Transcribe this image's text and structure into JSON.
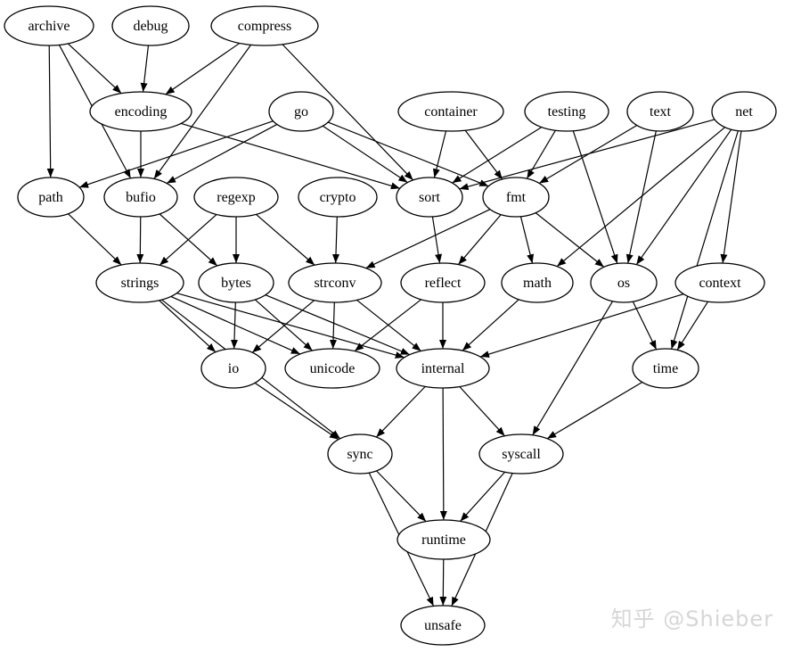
{
  "graph": {
    "nodes": [
      {
        "id": "archive",
        "label": "archive"
      },
      {
        "id": "debug",
        "label": "debug"
      },
      {
        "id": "compress",
        "label": "compress"
      },
      {
        "id": "encoding",
        "label": "encoding"
      },
      {
        "id": "go",
        "label": "go"
      },
      {
        "id": "container",
        "label": "container"
      },
      {
        "id": "testing",
        "label": "testing"
      },
      {
        "id": "text",
        "label": "text"
      },
      {
        "id": "net",
        "label": "net"
      },
      {
        "id": "path",
        "label": "path"
      },
      {
        "id": "bufio",
        "label": "bufio"
      },
      {
        "id": "regexp",
        "label": "regexp"
      },
      {
        "id": "crypto",
        "label": "crypto"
      },
      {
        "id": "sort",
        "label": "sort"
      },
      {
        "id": "fmt",
        "label": "fmt"
      },
      {
        "id": "strings",
        "label": "strings"
      },
      {
        "id": "bytes",
        "label": "bytes"
      },
      {
        "id": "strconv",
        "label": "strconv"
      },
      {
        "id": "reflect",
        "label": "reflect"
      },
      {
        "id": "math",
        "label": "math"
      },
      {
        "id": "os",
        "label": "os"
      },
      {
        "id": "context",
        "label": "context"
      },
      {
        "id": "io",
        "label": "io"
      },
      {
        "id": "unicode",
        "label": "unicode"
      },
      {
        "id": "internal",
        "label": "internal"
      },
      {
        "id": "time",
        "label": "time"
      },
      {
        "id": "sync",
        "label": "sync"
      },
      {
        "id": "syscall",
        "label": "syscall"
      },
      {
        "id": "runtime",
        "label": "runtime"
      },
      {
        "id": "unsafe",
        "label": "unsafe"
      }
    ],
    "edges": [
      [
        "archive",
        "encoding"
      ],
      [
        "archive",
        "path"
      ],
      [
        "archive",
        "bufio"
      ],
      [
        "debug",
        "encoding"
      ],
      [
        "compress",
        "encoding"
      ],
      [
        "compress",
        "bufio"
      ],
      [
        "compress",
        "sort"
      ],
      [
        "encoding",
        "bufio"
      ],
      [
        "encoding",
        "sort"
      ],
      [
        "go",
        "path"
      ],
      [
        "go",
        "bufio"
      ],
      [
        "go",
        "sort"
      ],
      [
        "go",
        "fmt"
      ],
      [
        "container",
        "sort"
      ],
      [
        "container",
        "fmt"
      ],
      [
        "testing",
        "sort"
      ],
      [
        "testing",
        "fmt"
      ],
      [
        "testing",
        "os"
      ],
      [
        "text",
        "fmt"
      ],
      [
        "text",
        "os"
      ],
      [
        "net",
        "sort"
      ],
      [
        "net",
        "math"
      ],
      [
        "net",
        "os"
      ],
      [
        "net",
        "context"
      ],
      [
        "net",
        "time"
      ],
      [
        "path",
        "strings"
      ],
      [
        "bufio",
        "strings"
      ],
      [
        "bufio",
        "bytes"
      ],
      [
        "regexp",
        "strings"
      ],
      [
        "regexp",
        "bytes"
      ],
      [
        "regexp",
        "strconv"
      ],
      [
        "crypto",
        "strconv"
      ],
      [
        "sort",
        "reflect"
      ],
      [
        "fmt",
        "strconv"
      ],
      [
        "fmt",
        "reflect"
      ],
      [
        "fmt",
        "math"
      ],
      [
        "fmt",
        "os"
      ],
      [
        "strings",
        "io"
      ],
      [
        "strings",
        "unicode"
      ],
      [
        "strings",
        "internal"
      ],
      [
        "strings",
        "sync"
      ],
      [
        "bytes",
        "io"
      ],
      [
        "bytes",
        "unicode"
      ],
      [
        "bytes",
        "internal"
      ],
      [
        "strconv",
        "io"
      ],
      [
        "strconv",
        "unicode"
      ],
      [
        "strconv",
        "internal"
      ],
      [
        "reflect",
        "unicode"
      ],
      [
        "reflect",
        "internal"
      ],
      [
        "math",
        "internal"
      ],
      [
        "os",
        "time"
      ],
      [
        "os",
        "syscall"
      ],
      [
        "context",
        "internal"
      ],
      [
        "context",
        "time"
      ],
      [
        "io",
        "sync"
      ],
      [
        "internal",
        "sync"
      ],
      [
        "internal",
        "runtime"
      ],
      [
        "internal",
        "syscall"
      ],
      [
        "time",
        "syscall"
      ],
      [
        "sync",
        "runtime"
      ],
      [
        "sync",
        "unsafe"
      ],
      [
        "syscall",
        "runtime"
      ],
      [
        "syscall",
        "unsafe"
      ],
      [
        "runtime",
        "unsafe"
      ]
    ]
  },
  "watermark": "知乎 @Shieber"
}
